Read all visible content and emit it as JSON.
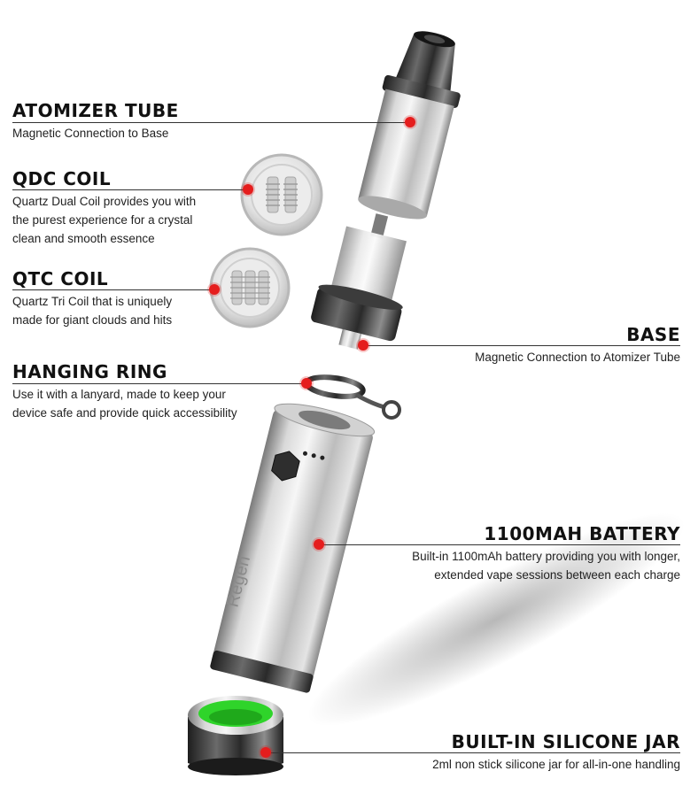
{
  "callouts": {
    "atomizer_tube": {
      "title": "ATOMIZER TUBE",
      "desc": "Magnetic Connection to Base"
    },
    "qdc_coil": {
      "title": "QDC COIL",
      "desc_lines": [
        "Quartz Dual Coil provides you with",
        "the purest experience for a crystal",
        "clean and smooth essence"
      ]
    },
    "qtc_coil": {
      "title": "QTC COIL",
      "desc_lines": [
        "Quartz Tri Coil that is uniquely",
        "made for giant clouds and hits"
      ]
    },
    "hanging_ring": {
      "title": "HANGING RING",
      "desc_lines": [
        "Use it with a lanyard, made to keep your",
        "device safe and provide quick accessibility"
      ]
    },
    "base": {
      "title": "BASE",
      "desc": "Magnetic Connection to Atomizer Tube"
    },
    "battery": {
      "title": "1100MAH BATTERY",
      "desc_lines": [
        "Built-in 1100mAh battery providing you with longer,",
        "extended vape sessions between each charge"
      ]
    },
    "silicone_jar": {
      "title": "BUILT-IN SILICONE JAR",
      "desc": "2ml non stick silicone jar for all-in-one handling"
    }
  },
  "product": {
    "brand_text": "Regen"
  },
  "colors": {
    "marker": "#e51d1d",
    "silicone": "#2fd42a",
    "steel_light": "#e6e6e6",
    "steel_dark": "#6d6d6d",
    "gunmetal": "#2b2b2b"
  }
}
